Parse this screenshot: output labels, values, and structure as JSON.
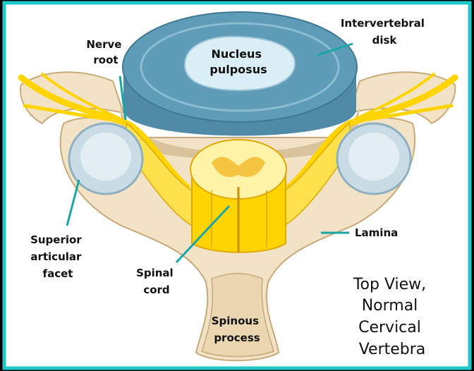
{
  "labels": {
    "nerve_root": [
      "Nerve",
      "root"
    ],
    "nucleus_pulposus": [
      "Nucleus",
      "pulposus"
    ],
    "intervertebral_disk": [
      "Intervertebral",
      "disk"
    ],
    "superior_articular_facet": [
      "Superior",
      "articular",
      "facet"
    ],
    "spinal_cord": [
      "Spinal",
      "cord"
    ],
    "lamina": "Lamina",
    "spinous_process": [
      "Spinous",
      "process"
    ]
  },
  "title_lines": [
    "Top View,",
    "Normal",
    "Cervical",
    "Vertebra"
  ],
  "colors": {
    "frame_border": "#1fc9c9",
    "background": "#ffffff",
    "bone": "#f2e3c6",
    "bone_shadow": "#d9c39c",
    "disk": "#5e9cb8",
    "disk_light": "#a9d3e3",
    "nucleus": "#d9eef5",
    "nerve": "#ffd400",
    "nerve_dark": "#e0a800",
    "facet": "#c9dce6",
    "pointer": "#1ba6a6"
  }
}
